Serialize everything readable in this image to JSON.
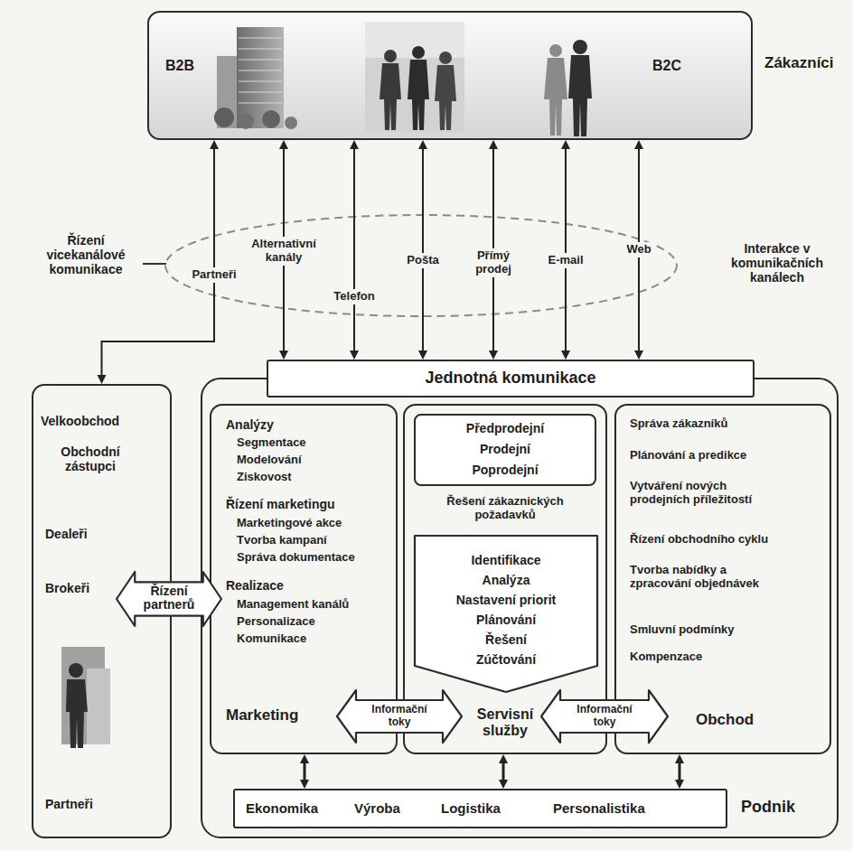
{
  "diagram": {
    "nodes": [
      {
        "text": [
          "B2B",
          "B2C",
          "Zákazníci"
        ]
      },
      {
        "text": [
          "Velkoobchod",
          "Obchodní zástupci",
          "Dealeři",
          "Brokeři",
          "Partneři"
        ]
      },
      {
        "text": [
          "Podnik"
        ]
      },
      {
        "text": [
          "Jednotná komunikace"
        ],
        "in": 2
      },
      {
        "text": [
          "Analýzy",
          "Segmentace",
          "Modelování",
          "Ziskovost",
          "Řízení marketingu",
          "Marketingové akce",
          "Tvorba kampaní",
          "Správa dokumentace",
          "Realizace",
          "Management kanálů",
          "Personalizace",
          "Komunikace",
          "Marketing"
        ],
        "in": 2
      },
      {
        "text": [
          "Řešení zákaznických požadavků",
          "Servisní služby"
        ],
        "in": 2
      },
      {
        "text": [
          "Předprodejní",
          "Prodejní",
          "Poprodejní"
        ],
        "in": 5
      },
      {
        "text": [
          "Identifikace",
          "Analýza",
          "Nastavení priorit",
          "Plánování",
          "Řešení",
          "Zúčtování"
        ],
        "in": 5
      },
      {
        "text": [
          "Správa zákazníků",
          "Plánování a predikce",
          "Vytváření nových prodejních příležitostí",
          "Řízení obchodního cyklu",
          "Tvorba nabídky a zpracování objednávek",
          "Smluvní podmínky",
          "Kompenzace",
          "Obchod"
        ],
        "in": 2
      },
      {
        "text": [
          "Ekonomika",
          "Výroba",
          "Logistika",
          "Personalistika"
        ],
        "in": 2
      },
      {
        "text": [
          "Řízení partnerů"
        ]
      },
      {
        "text": [
          "Informační toky"
        ],
        "in": 2
      },
      {
        "text": [
          "Informační toky"
        ],
        "in": 2
      }
    ],
    "edges": [
      {
        "from": 0,
        "to": 1,
        "arrow": "both",
        "label": "Partneři"
      },
      {
        "from": 0,
        "to": 3,
        "arrow": "both",
        "label": "Alternativní kanály"
      },
      {
        "from": 0,
        "to": 3,
        "arrow": "both",
        "label": "Telefon"
      },
      {
        "from": 0,
        "to": 3,
        "arrow": "both",
        "label": "Pošta"
      },
      {
        "from": 0,
        "to": 3,
        "arrow": "both",
        "label": "Přímý prodej"
      },
      {
        "from": 0,
        "to": 3,
        "arrow": "both",
        "label": "E-mail"
      },
      {
        "from": 0,
        "to": 3,
        "arrow": "both",
        "label": "Web"
      },
      {
        "from": 4,
        "to": 9,
        "arrow": "both"
      },
      {
        "from": 5,
        "to": 9,
        "arrow": "both"
      },
      {
        "from": 8,
        "to": 9,
        "arrow": "both"
      }
    ],
    "labels": [
      "Řízení vicekanálové komunikace",
      "Interakce v komunikačních kanálech"
    ]
  }
}
